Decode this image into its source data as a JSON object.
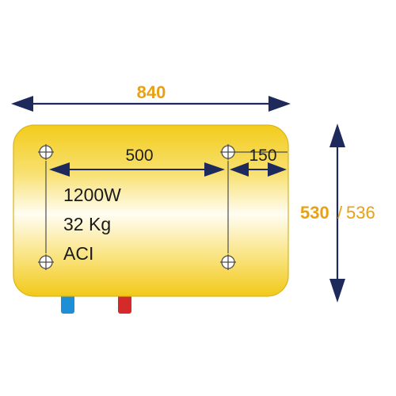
{
  "dimensions": {
    "overall_width": "840",
    "mount_spacing": "500",
    "side_offset": "150",
    "height_primary": "530",
    "height_separator": "/",
    "height_alt": "536"
  },
  "specs": {
    "power": "1200W",
    "weight": "32 Kg",
    "model": "ACI"
  },
  "colors": {
    "dimension_orange": "#e8a015",
    "arrow_navy": "#1d2a5b",
    "tank_yellow": "#f6d22b",
    "cold_pipe": "#1e8fd6",
    "hot_pipe": "#d42a2a"
  }
}
